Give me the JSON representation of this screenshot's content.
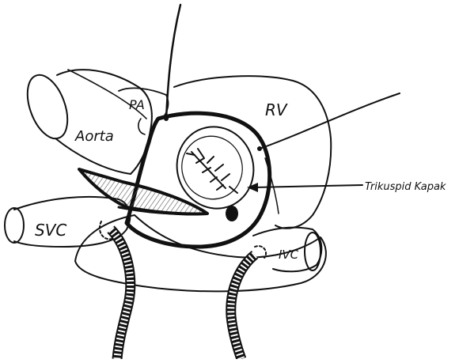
{
  "figure": {
    "labels": {
      "aorta": "Aorta",
      "pa": "PA",
      "rv": "RV",
      "svc": "SVC",
      "ivc": "IVC",
      "tricuspid": "Trikuspid Kapak"
    },
    "colors": {
      "ink": "#111111",
      "paper": "#ffffff",
      "hatch": "#555555"
    }
  }
}
